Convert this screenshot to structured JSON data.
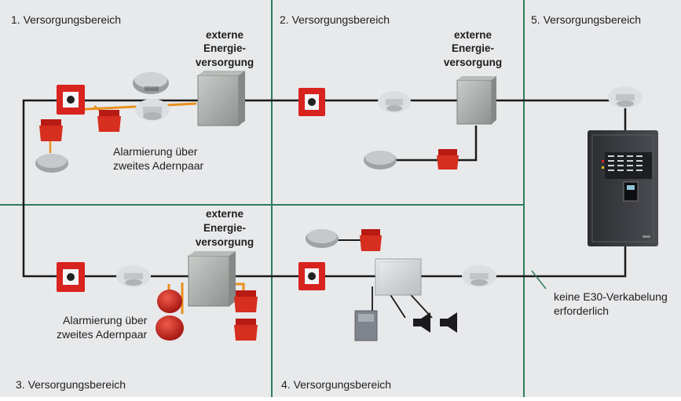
{
  "zones": {
    "z1": "1. Versorgungsbereich",
    "z2": "2. Versorgungsbereich",
    "z3": "3. Versorgungsbereich",
    "z4": "4. Versorgungsbereich",
    "z5": "5. Versorgungsbereich"
  },
  "external_power": {
    "line1": "externe",
    "line2": "Energie-",
    "line3": "versorgung"
  },
  "alarm_note": {
    "line1": "Alarmierung über",
    "line2": "zweites Adernpaar"
  },
  "cabling_note": {
    "line1": "keine E30-Verkabelung",
    "line2": "erforderlich"
  },
  "colors": {
    "background": "#e8e9eb",
    "zone_divider": "#2e7d5a",
    "main_line": "#1a1a1a",
    "alarm_line": "#e8901c",
    "call_point": "#d8231f",
    "sounder": "#d62e1f",
    "panel": "#3b3d42"
  }
}
